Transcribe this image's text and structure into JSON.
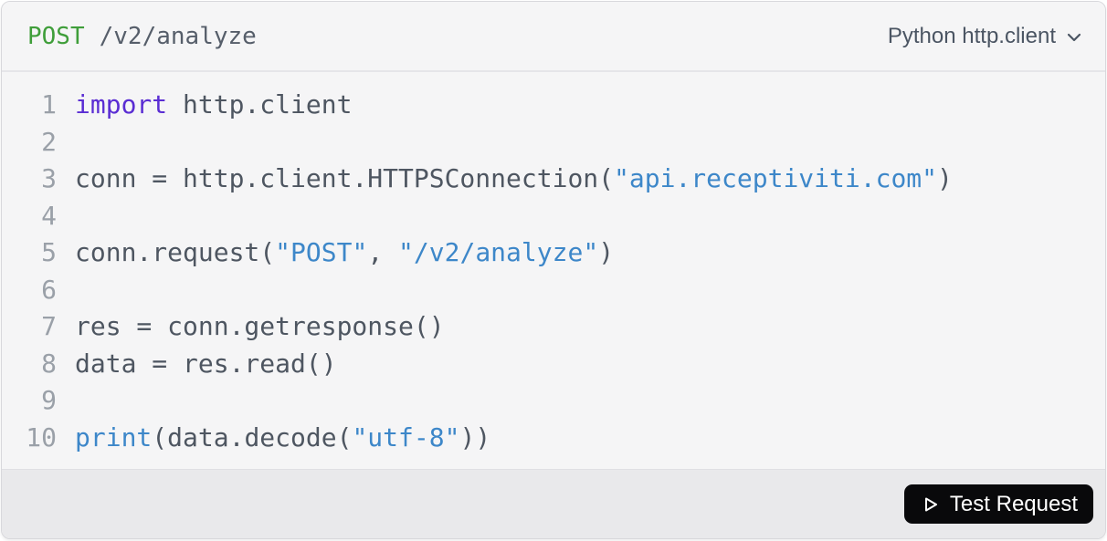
{
  "header": {
    "method": "POST",
    "path": "/v2/analyze",
    "language_selector": {
      "label": "Python http.client",
      "icon": "chevron-down-icon"
    }
  },
  "code": {
    "lines": [
      {
        "number": "1",
        "tokens": [
          {
            "t": "keyword",
            "v": "import"
          },
          {
            "t": "plain",
            "v": " http.client"
          }
        ]
      },
      {
        "number": "2",
        "tokens": []
      },
      {
        "number": "3",
        "tokens": [
          {
            "t": "plain",
            "v": "conn = http.client.HTTPSConnection("
          },
          {
            "t": "string",
            "v": "\"api.receptiviti.com\""
          },
          {
            "t": "plain",
            "v": ")"
          }
        ]
      },
      {
        "number": "4",
        "tokens": []
      },
      {
        "number": "5",
        "tokens": [
          {
            "t": "plain",
            "v": "conn.request("
          },
          {
            "t": "string",
            "v": "\"POST\""
          },
          {
            "t": "plain",
            "v": ", "
          },
          {
            "t": "string",
            "v": "\"/v2/analyze\""
          },
          {
            "t": "plain",
            "v": ")"
          }
        ]
      },
      {
        "number": "6",
        "tokens": []
      },
      {
        "number": "7",
        "tokens": [
          {
            "t": "plain",
            "v": "res = conn.getresponse()"
          }
        ]
      },
      {
        "number": "8",
        "tokens": [
          {
            "t": "plain",
            "v": "data = res.read()"
          }
        ]
      },
      {
        "number": "9",
        "tokens": []
      },
      {
        "number": "10",
        "tokens": [
          {
            "t": "builtin",
            "v": "print"
          },
          {
            "t": "plain",
            "v": "(data.decode("
          },
          {
            "t": "string",
            "v": "\"utf-8\""
          },
          {
            "t": "plain",
            "v": "))"
          }
        ]
      }
    ]
  },
  "footer": {
    "test_request_label": "Test Request",
    "play_icon": "play-icon"
  },
  "colors": {
    "method_green": "#3f9e3a",
    "keyword_purple": "#5a2dd3",
    "string_blue": "#3d87c9",
    "code_text": "#4e5661",
    "line_number": "#9aa0a8",
    "header_path": "#565e6a",
    "selector_text": "#4b5563",
    "button_bg": "#09090b",
    "button_text": "#ffffff",
    "panel_bg": "#f5f5f6",
    "footer_bg": "#e9e9eb",
    "border": "#d8d8dc",
    "divider": "#e5e5e9"
  }
}
